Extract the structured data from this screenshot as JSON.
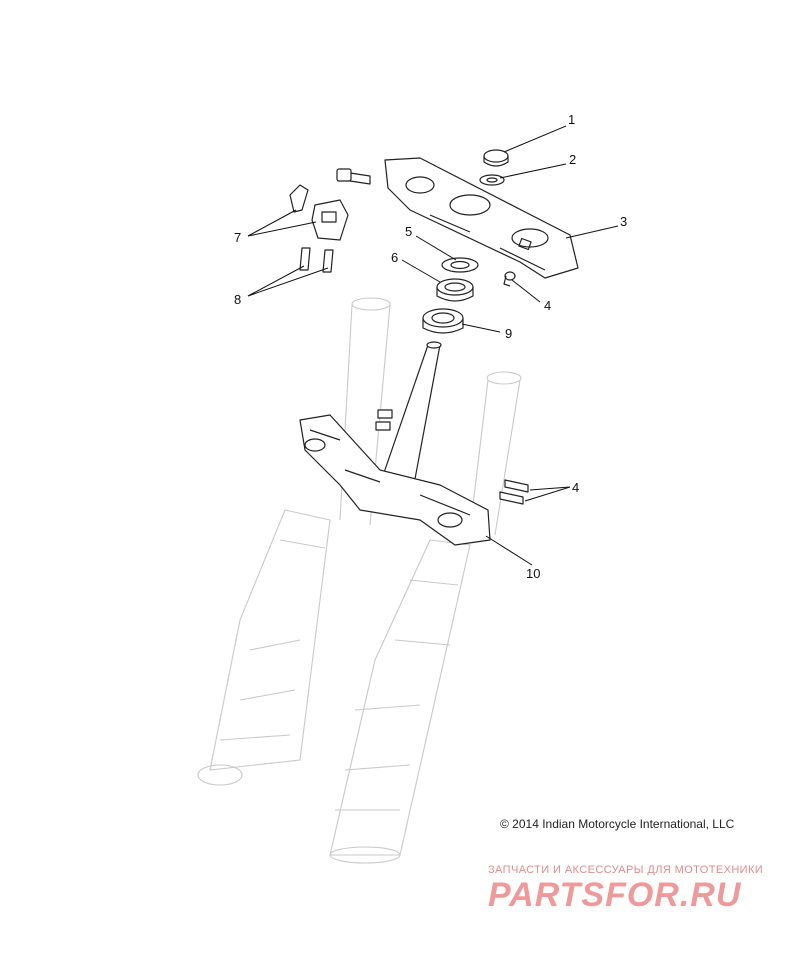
{
  "callouts": {
    "c1": "1",
    "c2": "2",
    "c3": "3",
    "c4a": "4",
    "c5": "5",
    "c6": "6",
    "c7": "7",
    "c8": "8",
    "c9": "9",
    "c4b": "4",
    "c10": "10"
  },
  "copyright": "© 2014 Indian Motorcycle International, LLC",
  "watermark": {
    "subtitle": "ЗАПЧАСТИ И АКСЕССУАРЫ ДЛЯ МОТОТЕХНИКИ",
    "logo": "PARTSFOR.RU"
  },
  "colors": {
    "line": "#222222",
    "ghost": "#c9c9c9",
    "watermark": "#ef9a9a"
  }
}
